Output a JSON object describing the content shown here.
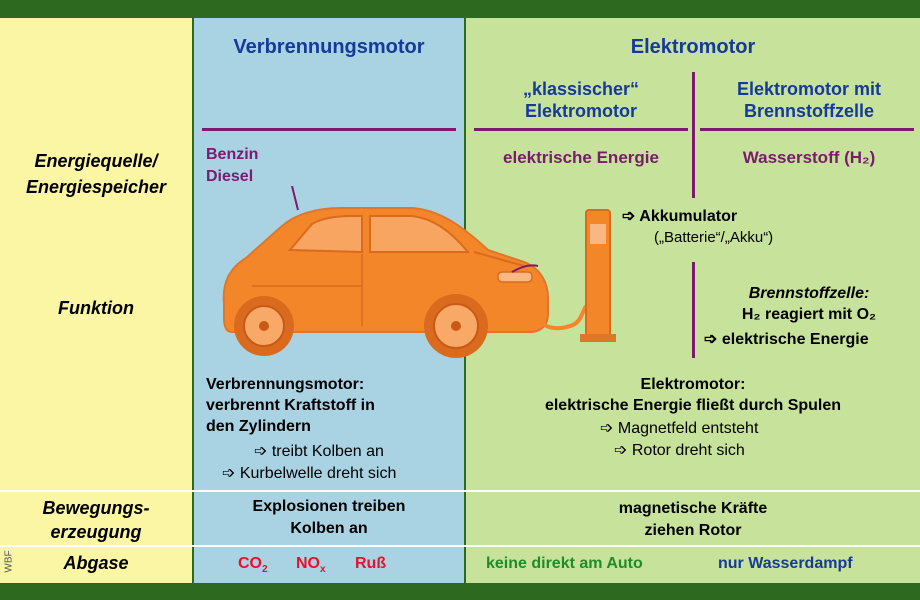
{
  "headers": {
    "combustion": "Verbrennungsmotor",
    "electric": "Elektromotor",
    "classic": [
      "„klassischer“",
      "Elektromotor"
    ],
    "fuelcell": [
      "Elektromotor mit",
      "Brennstoffzelle"
    ]
  },
  "rows": {
    "energy_source": [
      "Energiequelle/",
      "Energiespeicher"
    ],
    "function": "Funktion",
    "motion": [
      "Bewegungs-",
      "erzeugung"
    ],
    "exhaust": "Abgase"
  },
  "energy": {
    "combustion": [
      "Benzin",
      "Diesel"
    ],
    "classic": "elektrische Energie",
    "fuelcell": "Wasserstoff (H₂)"
  },
  "function": {
    "accumulator": "Akkumulator",
    "accumulator_sub": "(„Batterie“/„Akku“)",
    "fuelcell_title": "Brennstoffzelle:",
    "fuelcell_line1": "H₂ reagiert mit O₂",
    "fuelcell_line2": "elektrische Energie",
    "combustion_lines": [
      "Verbrennungsmotor:",
      "verbrennt Kraftstoff in",
      "den Zylindern"
    ],
    "combustion_steps": [
      "treibt Kolben an",
      "Kurbelwelle dreht sich"
    ],
    "electric_lines": [
      "Elektromotor:",
      "elektrische Energie fließt durch Spulen"
    ],
    "electric_steps": [
      "Magnetfeld entsteht",
      "Rotor dreht sich"
    ]
  },
  "motion": {
    "combustion": [
      "Explosionen treiben",
      "Kolben an"
    ],
    "electric": [
      "magnetische Kräfte",
      "ziehen Rotor"
    ]
  },
  "exhaust": {
    "co2": "CO",
    "co2_sub": "2",
    "nox": "NO",
    "nox_sub": "x",
    "soot": "Ruß",
    "classic": "keine direkt am Auto",
    "fuelcell": "nur Wasserdampf"
  },
  "credit": "WBF",
  "colors": {
    "frame": "#2d6a1f",
    "label_column": "#fbf6a4",
    "combustion_column": "#a9d3e3",
    "electric_column": "#c7e29a",
    "accent_purple": "#7b1a6e",
    "heading_blue": "#163a9a",
    "exhaust_red": "#e8112d",
    "exhaust_green": "#1e8c2c",
    "car_orange": "#f4862a"
  },
  "icons": [
    "electric-car",
    "charging-station"
  ]
}
